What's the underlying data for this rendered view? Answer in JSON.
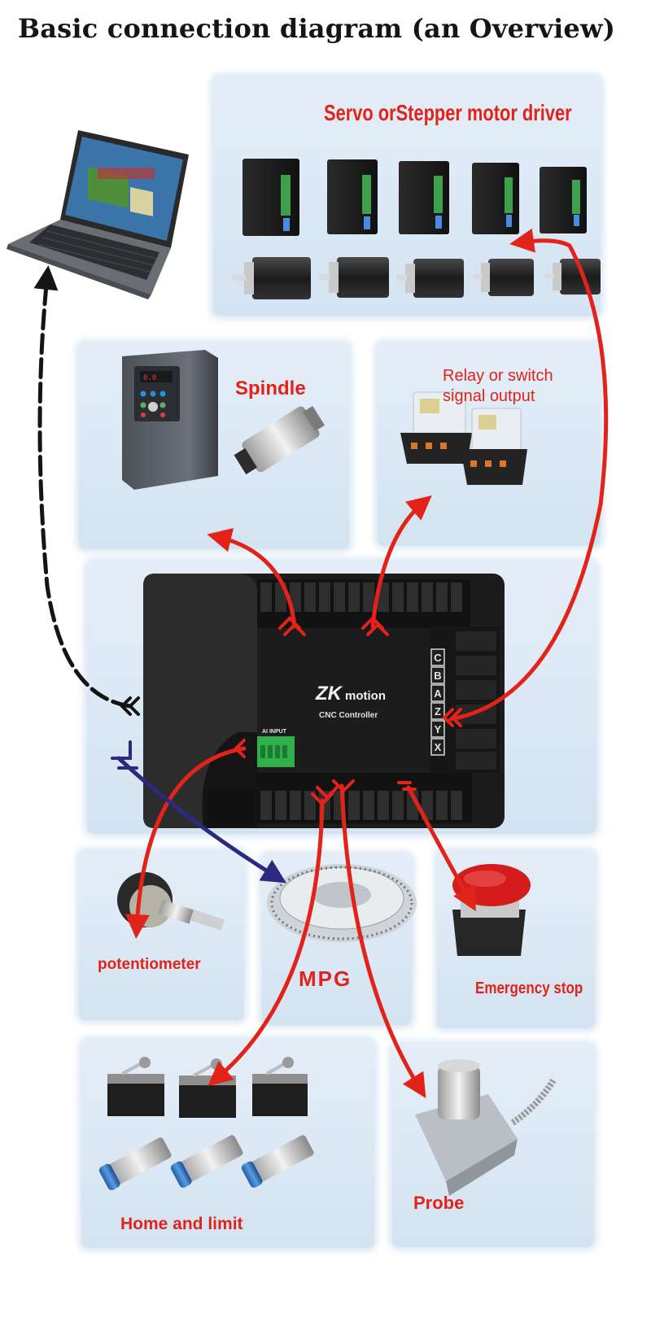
{
  "title": "Basic connection diagram (an Overview)",
  "labels": {
    "servo": "Servo orStepper motor driver",
    "spindle": "Spindle",
    "relay_line1": "Relay or switch",
    "relay_line2": "signal output",
    "potentiometer": "potentiometer",
    "mpg": "MPG",
    "estop": "Emergency stop",
    "home_limit": "Home and limit",
    "probe": "Probe"
  },
  "controller": {
    "brand_mark": "ZK",
    "brand_text": "motion",
    "subtitle": "CNC Controller",
    "ai_input": "AI INPUT",
    "axes": [
      "C",
      "B",
      "A",
      "Z",
      "Y",
      "X"
    ]
  },
  "colors": {
    "arrow_red": "#e2231a",
    "arrow_black": "#141414",
    "arrow_navy": "#2b2a7e",
    "panel": "#dbe7f3"
  }
}
